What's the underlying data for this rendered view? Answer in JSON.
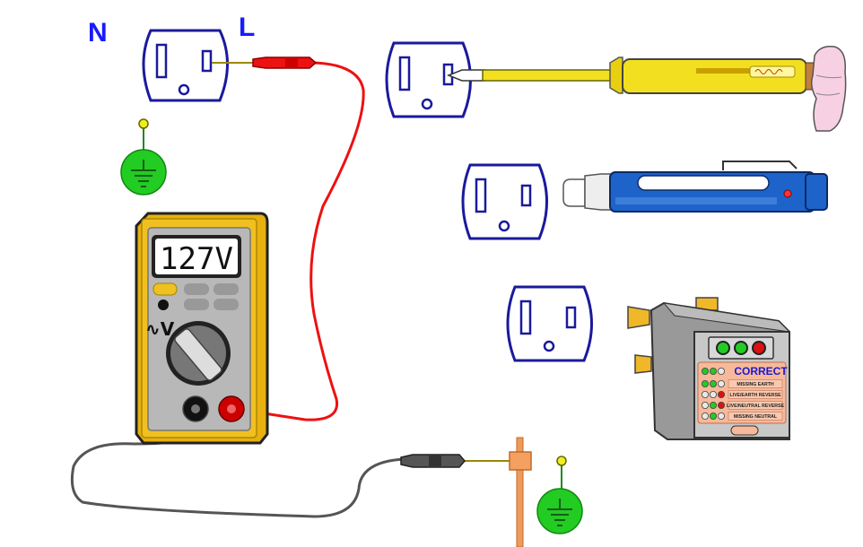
{
  "labels": {
    "neutral": "N",
    "line": "L"
  },
  "multimeter": {
    "display": "127V",
    "mode_symbol": "∿V"
  },
  "socket_tester": {
    "status_title": "CORRECT",
    "rows": [
      {
        "text": "MISSING EARTH",
        "leds": [
          "green",
          "green",
          "off"
        ]
      },
      {
        "text": "LIVE/EARTH REVERSE",
        "leds": [
          "off",
          "off",
          "red"
        ]
      },
      {
        "text": "LIVE/NEUTRAL REVERSE",
        "leds": [
          "off",
          "green",
          "red"
        ]
      },
      {
        "text": "MISSING NEUTRAL",
        "leds": [
          "off",
          "green",
          "off"
        ]
      }
    ],
    "top_leds": [
      "green",
      "green",
      "red"
    ]
  },
  "colors": {
    "outline_blue": "#1a1a9c",
    "red_lead": "#ee1111",
    "black_lead": "#555555",
    "earth_green": "#22cc22",
    "meter_yellow": "#f0c020",
    "screwdriver_yellow": "#f2e020",
    "pen_blue": "#1e63c9",
    "copper": "#f09a5a"
  },
  "icons": [
    "socket-outlet-icon",
    "earth-symbol-icon",
    "multimeter-icon",
    "screwdriver-tester-icon",
    "voltage-pen-icon",
    "socket-tester-icon",
    "hand-icon"
  ]
}
